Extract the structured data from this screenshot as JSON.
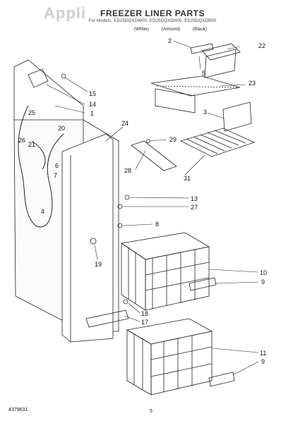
{
  "header": {
    "watermark": "Appli",
    "title": "FREEZER LINER PARTS",
    "subtitle": "For Models: ED25DQXDW00, ED25DQXDN00, ED25DQXDB00",
    "colors": [
      "(White)",
      "(Almond)",
      "(Black)"
    ]
  },
  "callouts": [
    "2",
    "22",
    "5",
    "23",
    "15",
    "14",
    "1",
    "3",
    "25",
    "20",
    "24",
    "29",
    "26",
    "21",
    "28",
    "31",
    "6",
    "7",
    "13",
    "27",
    "4",
    "8",
    "19",
    "10",
    "9",
    "18",
    "17",
    "11",
    "9"
  ],
  "footer": {
    "doc_number": "4379631",
    "page_number": "5"
  }
}
